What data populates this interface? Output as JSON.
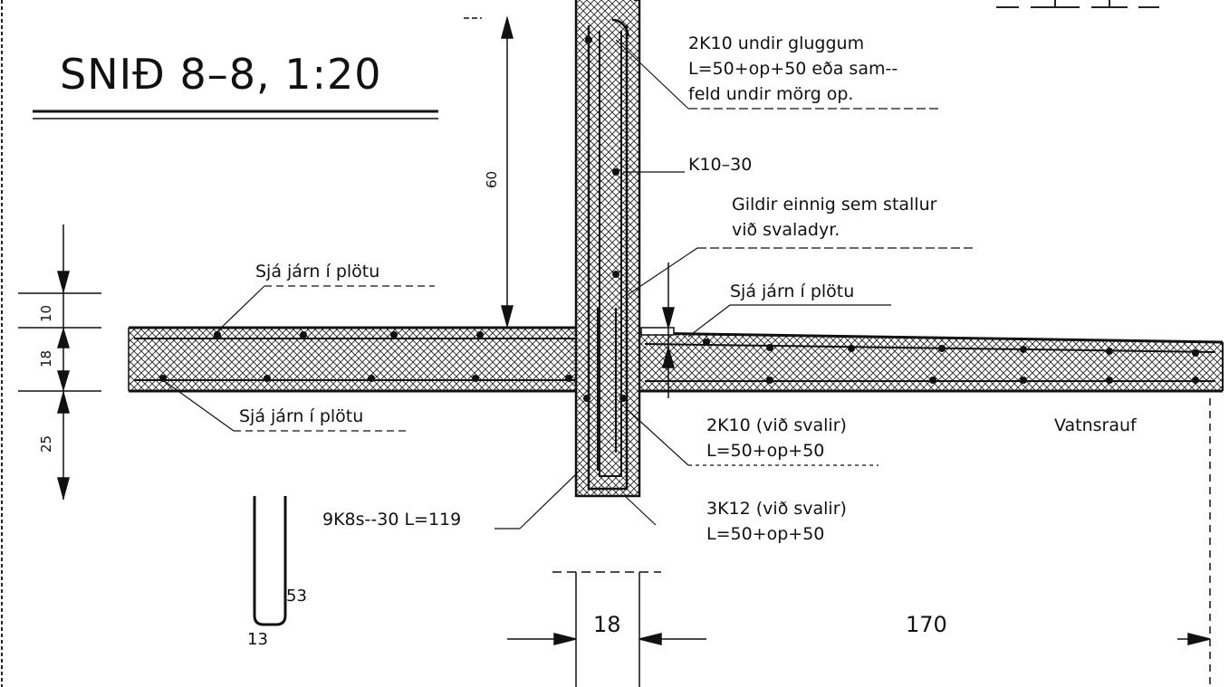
{
  "title": "SNIÐ 8–8, 1:20",
  "annotations": {
    "window_bars_1": "2K10 undir gluggum",
    "window_bars_2": "L=50+op+50 eða sam--",
    "window_bars_3": "feld undir mörg op.",
    "wall_bars": "K10–30",
    "also_valid_1": "Gildir einnig sem stallur",
    "also_valid_2": "við svaladyr.",
    "slab_left_top": "Sjá járn í plötu",
    "slab_right_top": "Sjá járn í plötu",
    "slab_left_bottom": "Sjá járn í plötu",
    "balcony_bars_a1": "2K10 (við svalir)",
    "balcony_bars_a2": "L=50+op+50",
    "balcony_bars_b1": "3K12 (við svalir)",
    "balcony_bars_b2": "L=50+op+50",
    "stirrups": "9K8s--30 L=119",
    "drip_groove": "Vatnsrauf"
  },
  "dimensions": {
    "wall_thickness": "18",
    "balcony_length": "170",
    "upstand_height": "60",
    "slab_top_layer": "10",
    "slab_thickness": "18",
    "below_slab": "25",
    "stirrup_height": "53",
    "stirrup_width": "13"
  },
  "colors": {
    "line": "#111111",
    "background": "#ffffff"
  }
}
